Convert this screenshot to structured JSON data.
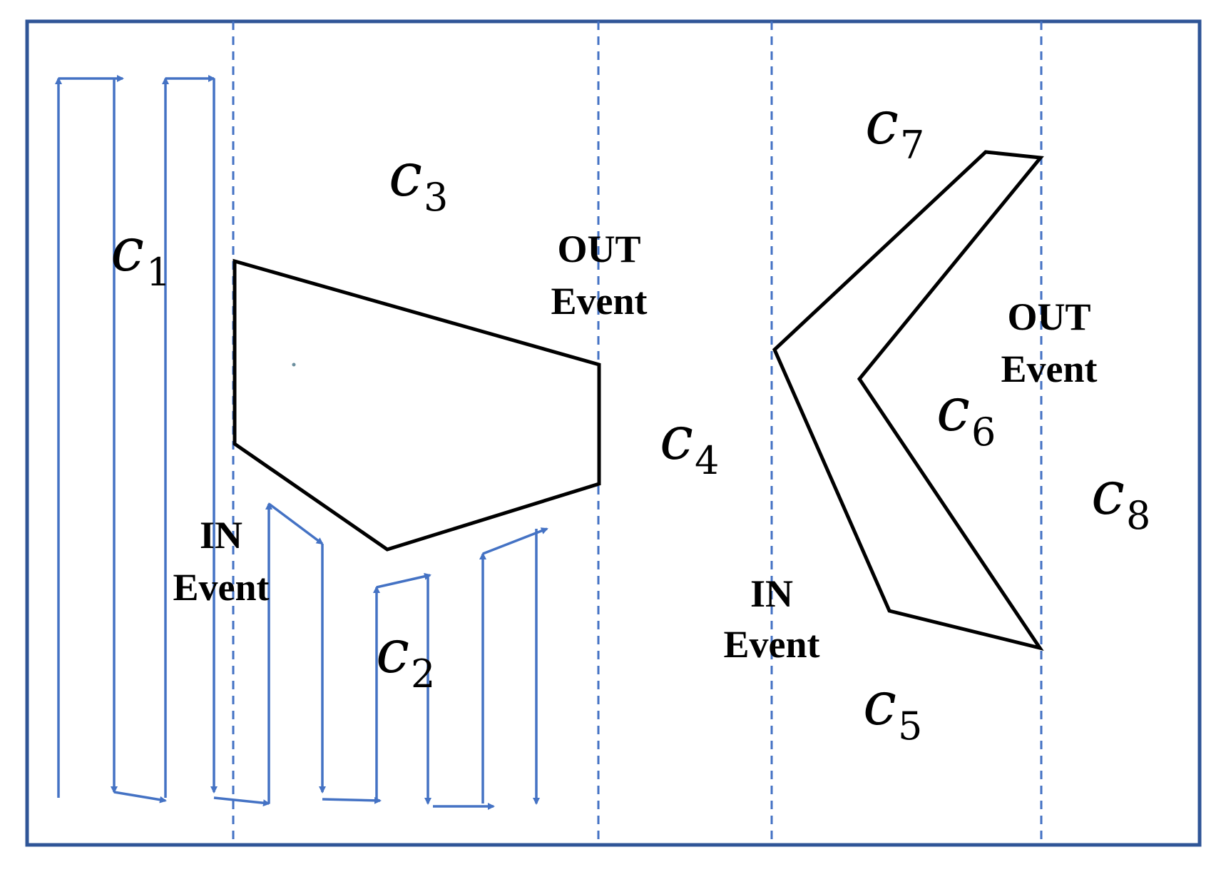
{
  "cells": [
    {
      "id": "c1",
      "letter": "c",
      "sub": "1"
    },
    {
      "id": "c2",
      "letter": "c",
      "sub": "2"
    },
    {
      "id": "c3",
      "letter": "c",
      "sub": "3"
    },
    {
      "id": "c4",
      "letter": "c",
      "sub": "4"
    },
    {
      "id": "c5",
      "letter": "c",
      "sub": "5"
    },
    {
      "id": "c6",
      "letter": "c",
      "sub": "6"
    },
    {
      "id": "c7",
      "letter": "c",
      "sub": "7"
    },
    {
      "id": "c8",
      "letter": "c",
      "sub": "8"
    }
  ],
  "events": [
    {
      "id": "in-1",
      "line1": "IN",
      "line2": "Event"
    },
    {
      "id": "out-1",
      "line1": "OUT",
      "line2": "Event"
    },
    {
      "id": "in-2",
      "line1": "IN",
      "line2": "Event"
    },
    {
      "id": "out-2",
      "line1": "OUT",
      "line2": "Event"
    }
  ],
  "colors": {
    "frame": "#2f5597",
    "event_line": "#4472c4",
    "coverage_path": "#4472c4",
    "obstacle": "#000000"
  }
}
